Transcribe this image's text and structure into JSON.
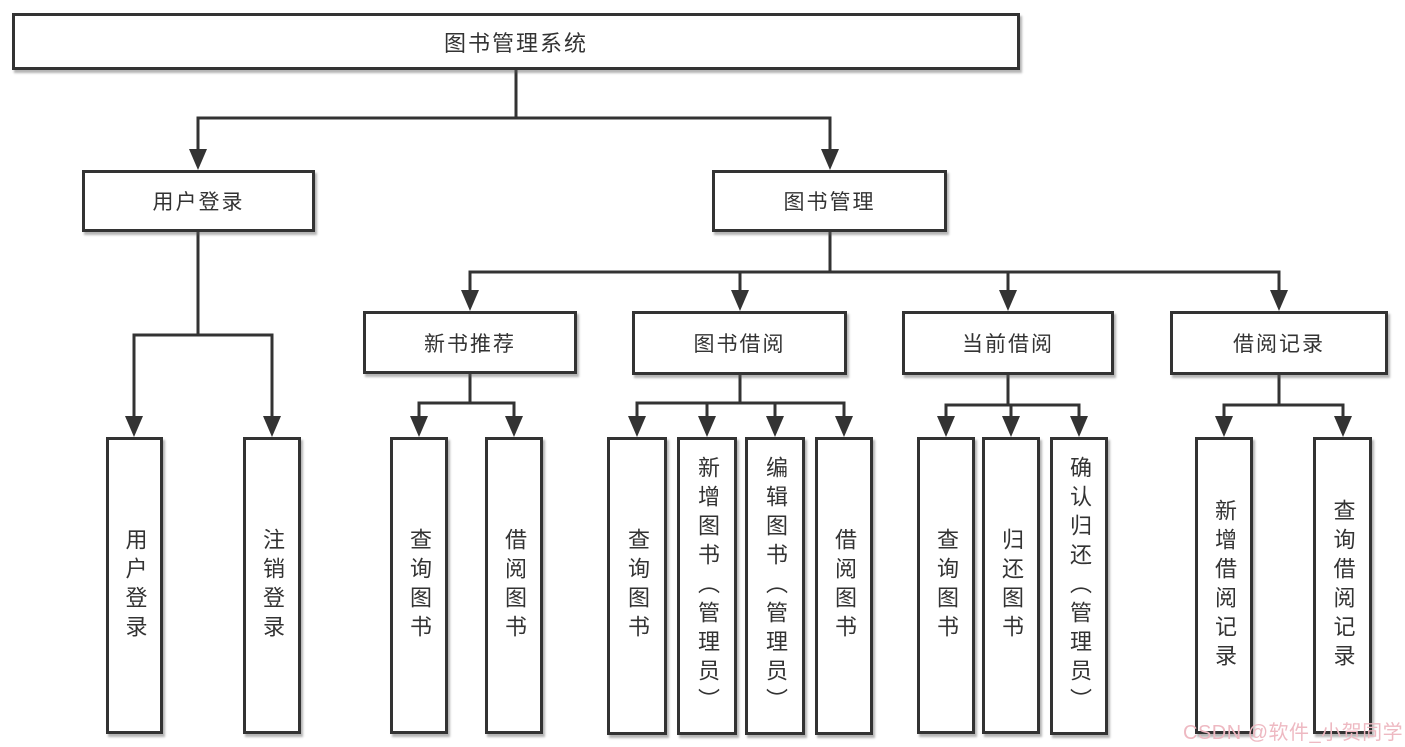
{
  "diagram": {
    "type": "tree",
    "root": {
      "label": "图书管理系统"
    },
    "branches": [
      {
        "label": "用户登录",
        "children": [
          {
            "label": "用户登录"
          },
          {
            "label": "注销登录"
          }
        ]
      },
      {
        "label": "图书管理",
        "children": [
          {
            "label": "新书推荐",
            "children": [
              {
                "label": "查询图书"
              },
              {
                "label": "借阅图书"
              }
            ]
          },
          {
            "label": "图书借阅",
            "children": [
              {
                "label": "查询图书"
              },
              {
                "label": "新增图书（管理员）"
              },
              {
                "label": "编辑图书（管理员）"
              },
              {
                "label": "借阅图书"
              }
            ]
          },
          {
            "label": "当前借阅",
            "children": [
              {
                "label": "查询图书"
              },
              {
                "label": "归还图书"
              },
              {
                "label": "确认归还（管理员）"
              }
            ]
          },
          {
            "label": "借阅记录",
            "children": [
              {
                "label": "新增借阅记录"
              },
              {
                "label": "查询借阅记录"
              }
            ]
          }
        ]
      }
    ],
    "colors": {
      "line": "#333333",
      "box_border": "#333333",
      "text": "#333333",
      "background": "#ffffff",
      "watermark": "#eeb9c2"
    }
  },
  "watermark": {
    "text": "CSDN @软件_小贺同学"
  }
}
